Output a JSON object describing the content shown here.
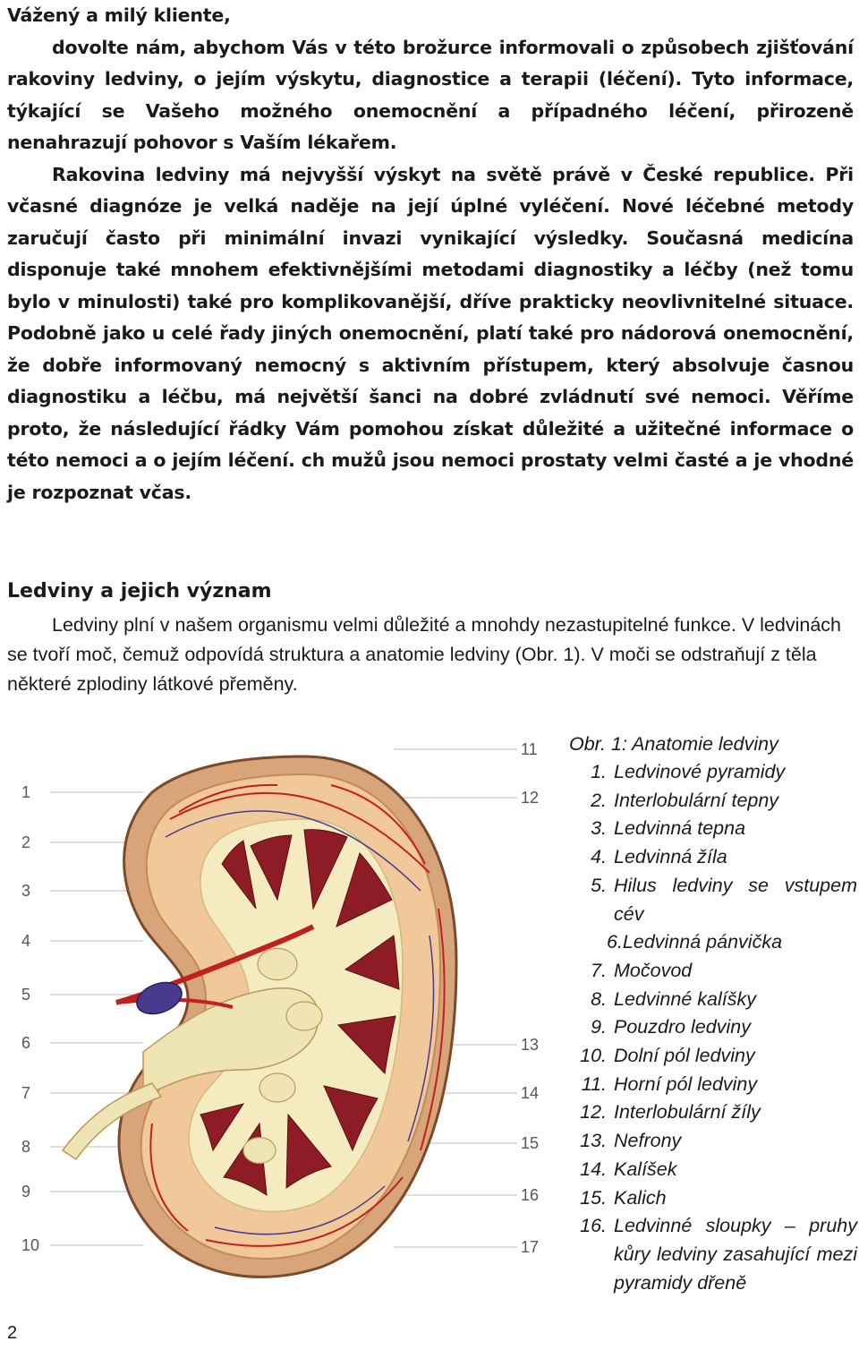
{
  "intro": {
    "greeting": "Vážený a milý kliente,",
    "paragraph1": "dovolte nám, abychom Vás v této brožurce informovali o způsobech zjišťování rakoviny ledviny, o jejím výskytu, diagnostice a terapii (léčení). Tyto informace, týkající se Vašeho možného onemocnění a případného léčení, přirozeně nenahrazují pohovor s Vaším lékařem.",
    "paragraph2": "Rakovina ledviny má nejvyšší výskyt na světě právě v České republice. Při včasné diagnóze je velká naděje na její úplné vyléčení. Nové léčebné metody zaručují často při minimální invazi vynikající výsledky. Současná medicína disponuje také mnohem efektivnějšími metodami diagnostiky a léčby (než tomu bylo v minulosti) také pro komplikovanější, dříve prakticky neovlivnitelné situace. Podobně jako u celé řady jiných onemocnění, platí také pro nádorová onemocnění, že dobře informovaný nemocný s aktivním přístupem, který absolvuje časnou diagnostiku a léčbu, má největší šanci na dobré zvládnutí své nemoci. Věříme proto, že následující řádky Vám pomohou získat důležité a užitečné informace o této nemoci a o jejím léčení. ch mužů jsou nemoci prostaty velmi časté a je vhodné je rozpoznat včas."
  },
  "section": {
    "title": "Ledviny a jejich význam",
    "body": "Ledviny plní v našem organismu velmi důležité a mnohdy nezastupitelné funkce. V ledvinách se tvoří moč, čemuž odpovídá struktura a anatomie ledviny (Obr. 1). V moči se odstraňují z těla některé zplodiny látkové přeměny."
  },
  "figure": {
    "left_numbers": [
      "1",
      "2",
      "3",
      "4",
      "5",
      "6",
      "7",
      "8",
      "9",
      "10"
    ],
    "right_numbers": [
      "11",
      "12",
      "13",
      "14",
      "15",
      "16",
      "17"
    ],
    "colors": {
      "capsule": "#d8a47a",
      "cortex": "#f0c89a",
      "medulla_bg": "#f4ecc0",
      "pyramid": "#8e1c26",
      "artery": "#c0201e",
      "vein": "#4a3a8e",
      "pelvis": "#efe4b4",
      "label": "#555555"
    }
  },
  "caption": {
    "title": "Obr. 1: Anatomie ledviny",
    "items": [
      {
        "num": "1.",
        "text": "Ledvinové pyramidy"
      },
      {
        "num": "2.",
        "text": "Interlobulární tepny"
      },
      {
        "num": "3.",
        "text": "Ledvinná tepna"
      },
      {
        "num": "4.",
        "text": "Ledvinná žíla"
      },
      {
        "num": "5.",
        "text": "Hilus ledviny se vstupem cév"
      },
      {
        "num": "",
        "text": "6.Ledvinná pánvička"
      },
      {
        "num": "7.",
        "text": "Močovod"
      },
      {
        "num": "8.",
        "text": "Ledvinné kalíšky"
      },
      {
        "num": "9.",
        "text": "Pouzdro ledviny"
      },
      {
        "num": "10.",
        "text": "Dolní pól ledviny"
      },
      {
        "num": "11.",
        "text": "Horní pól ledviny"
      },
      {
        "num": "12.",
        "text": "Interlobulární žíly"
      },
      {
        "num": "13.",
        "text": "Nefrony"
      },
      {
        "num": "14.",
        "text": "Kalíšek"
      },
      {
        "num": "15.",
        "text": "Kalich"
      },
      {
        "num": "16.",
        "text": "Ledvinné sloupky – pruhy kůry ledviny zasahující mezi pyramidy dřeně"
      }
    ]
  },
  "page_number": "2"
}
